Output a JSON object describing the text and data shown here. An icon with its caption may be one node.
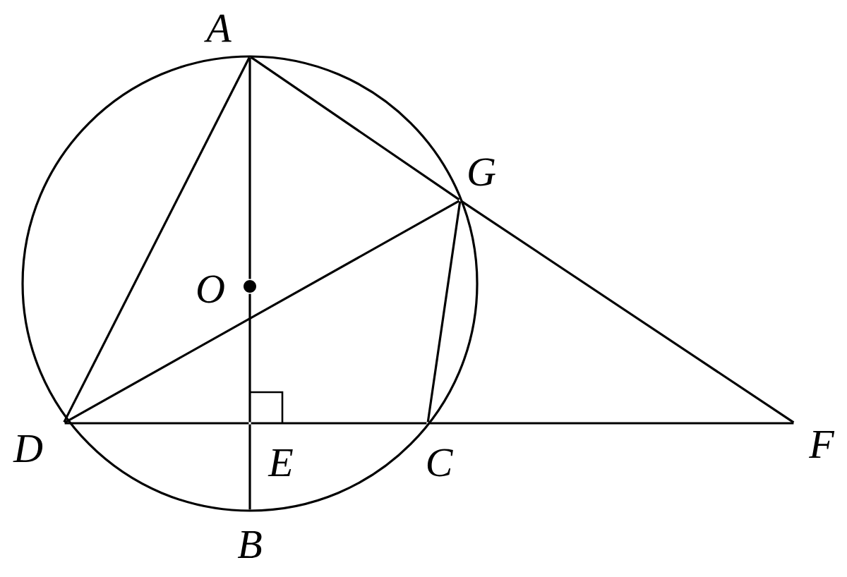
{
  "diagram": {
    "nodes": [
      {
        "text": [
          "A"
        ]
      },
      {
        "text": [
          "G"
        ]
      },
      {
        "text": [
          "O"
        ]
      },
      {
        "text": [
          "D"
        ]
      },
      {
        "text": [
          "E"
        ]
      },
      {
        "text": [
          "C"
        ]
      },
      {
        "text": [
          "F"
        ]
      },
      {
        "text": [
          "B"
        ]
      }
    ],
    "edges": [
      {
        "from": 0,
        "to": 2,
        "arrow": "none"
      },
      {
        "from": 2,
        "to": 4,
        "arrow": "none"
      },
      {
        "from": 4,
        "to": 7,
        "arrow": "none"
      },
      {
        "from": 0,
        "to": 3,
        "arrow": "none"
      },
      {
        "from": 0,
        "to": 1,
        "arrow": "none"
      },
      {
        "from": 1,
        "to": 6,
        "arrow": "none"
      },
      {
        "from": 3,
        "to": 1,
        "arrow": "none"
      },
      {
        "from": 1,
        "to": 5,
        "arrow": "none"
      },
      {
        "from": 3,
        "to": 4,
        "arrow": "none"
      },
      {
        "from": 4,
        "to": 5,
        "arrow": "none"
      },
      {
        "from": 5,
        "to": 6,
        "arrow": "none"
      }
    ]
  }
}
